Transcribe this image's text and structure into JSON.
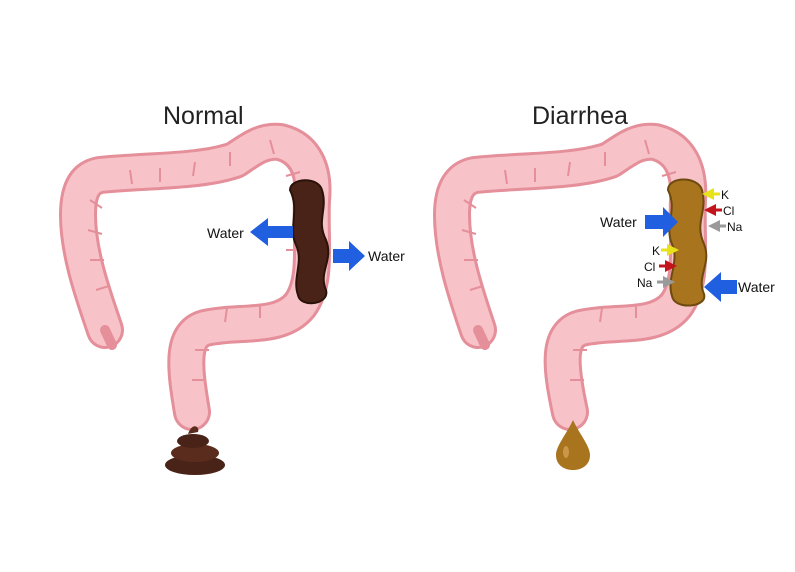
{
  "panels": {
    "normal": {
      "title": "Normal",
      "water_out_label": "Water",
      "water_in_label": "Water"
    },
    "diarrhea": {
      "title": "Diarrhea",
      "water_upper_label": "Water",
      "water_lower_label": "Water",
      "ions_upper": [
        "K",
        "Cl",
        "Na"
      ],
      "ions_lower": [
        "K",
        "Cl",
        "Na"
      ]
    }
  },
  "colors": {
    "colon_fill": "#f7c2c8",
    "colon_stroke": "#e48f9a",
    "normal_stool": "#4a2318",
    "diarrhea_stool": "#a8741e",
    "water_arrow": "#1f5fe0",
    "k_arrow": "#e8e21a",
    "cl_arrow": "#c3141e",
    "na_arrow": "#9a9a9a"
  },
  "icons": [
    "colon-illustration",
    "stool-icon",
    "liquid-drop-icon",
    "water-arrow-icon",
    "ion-arrow-icon"
  ]
}
